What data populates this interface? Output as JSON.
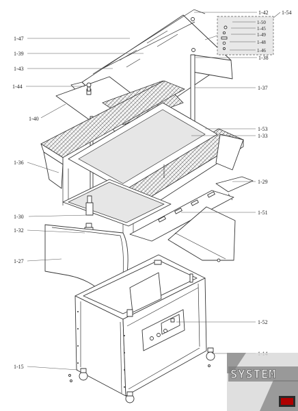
{
  "labels": {
    "l47": "1-47",
    "l39": "1-39",
    "l43": "1-43",
    "l44": "1-44",
    "l40": "1-40",
    "l36": "1-36",
    "l30": "1-30",
    "l32": "1-32",
    "l27": "1-27",
    "l15": "1-15",
    "l42": "1-42",
    "l50": "1-50",
    "l45": "1-45",
    "l49": "1-49",
    "l48": "1-48",
    "l46": "1-46",
    "l38": "1-38",
    "l54": "1-54",
    "l37": "1-37",
    "l53": "1-53",
    "l33": "1-33",
    "l29": "1-29",
    "l51": "1-51",
    "l52": "1-52",
    "l14": "1-14"
  },
  "watermark": {
    "brand": "SYSTEM",
    "color": "#6a6a6a"
  }
}
